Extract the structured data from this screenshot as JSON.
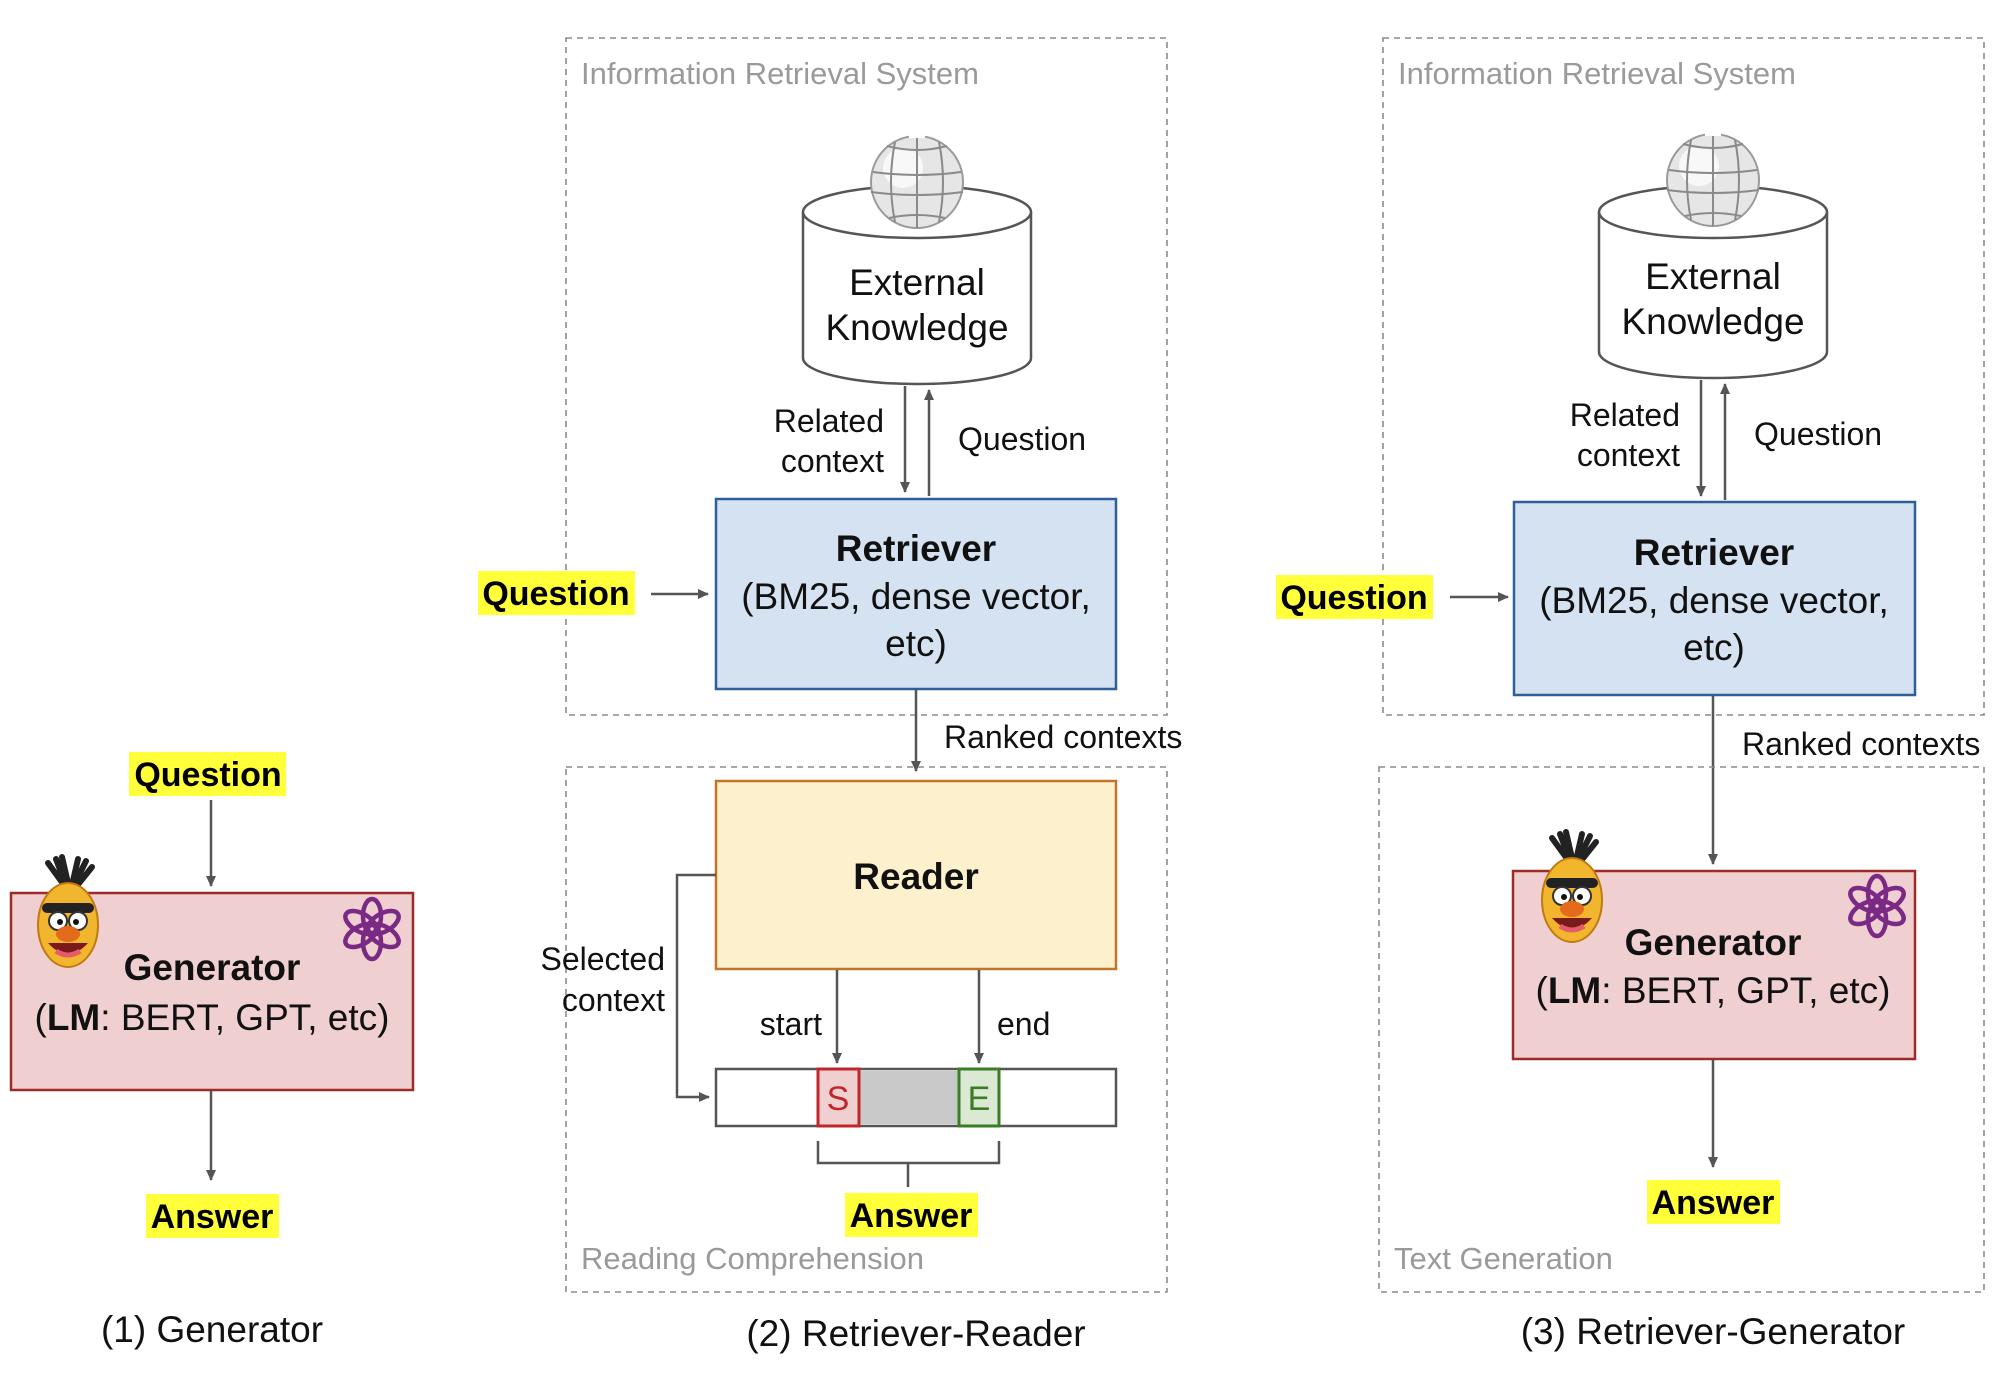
{
  "captions": {
    "generator": "(1) Generator",
    "retriever_reader": "(2) Retriever-Reader",
    "retriever_generator": "(3) Retriever-Generator"
  },
  "groups": {
    "ir_system": "Information Retrieval System",
    "reading_comprehension": "Reading Comprehension",
    "text_generation": "Text Generation"
  },
  "knowledge": {
    "line1": "External",
    "line2": "Knowledge"
  },
  "labels": {
    "question": "Question",
    "answer": "Answer",
    "related_context_1": "Related",
    "related_context_2": "context",
    "question_arrow": "Question",
    "ranked_contexts": "Ranked contexts",
    "selected_context_1": "Selected",
    "selected_context_2": "context",
    "start": "start",
    "end": "end",
    "span_start": "S",
    "span_end": "E"
  },
  "retriever": {
    "title": "Retriever",
    "line2": "(BM25, dense vector,",
    "line3": "etc)"
  },
  "reader": {
    "title": "Reader"
  },
  "generator": {
    "title": "Generator",
    "lm": "LM",
    "rest": ": BERT, GPT, etc)",
    "open": "("
  },
  "icons": [
    "bert-mascot-icon",
    "openai-logo-icon",
    "wikipedia-globe-icon"
  ],
  "colors": {
    "highlight": "#ffff3a",
    "retriever_fill": "#d4e2f1",
    "retriever_stroke": "#2f5f98",
    "reader_fill": "#fcf0cd",
    "reader_stroke": "#c0752b",
    "generator_fill": "#efcfcf",
    "generator_stroke": "#9e2a2a",
    "openai_purple": "#7a2a85"
  }
}
